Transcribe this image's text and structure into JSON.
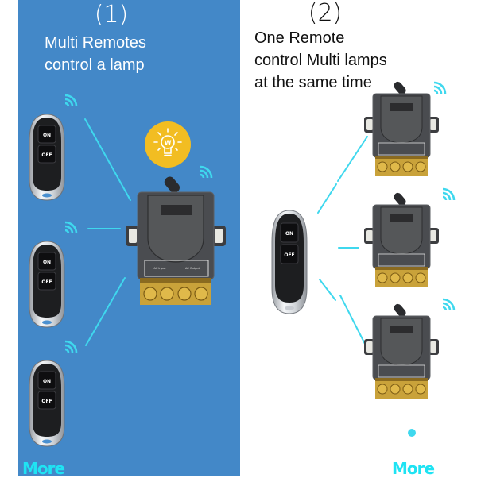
{
  "colors": {
    "panel_blue": "#4388c8",
    "connector_cyan": "#3fd8ee",
    "more_cyan": "#1fe3f3",
    "lamp_yellow": "#f2bd22",
    "relay_body": "#4a4c50",
    "terminal_brass": "#c9a23a"
  },
  "scenario_1": {
    "number": "(1)",
    "caption_line1": "Multi Remotes",
    "caption_line2": "control a lamp",
    "remotes": [
      {
        "on_label": "ON",
        "off_label": "OFF"
      },
      {
        "on_label": "ON",
        "off_label": "OFF"
      },
      {
        "on_label": "ON",
        "off_label": "OFF"
      }
    ],
    "lamp_icon": "lightbulb-w-icon",
    "lamp_letter": "W",
    "relay_labels": {
      "input": "AC Input",
      "output": "AC Output"
    },
    "more_label": "More"
  },
  "scenario_2": {
    "number": "(2)",
    "caption_line1": "One Remote",
    "caption_line2": "control Multi lamps",
    "caption_line3": "at the same time",
    "remote": {
      "on_label": "ON",
      "off_label": "OFF"
    },
    "relay_count": 3,
    "more_label": "More"
  }
}
